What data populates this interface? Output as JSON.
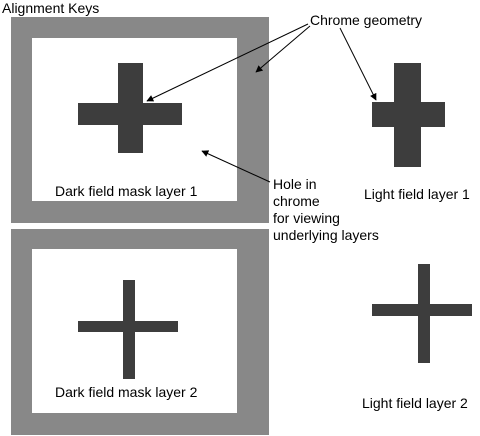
{
  "title": "Alignment Keys",
  "callouts": {
    "chrome_geometry": "Chrome geometry",
    "hole_line1": "Hole in",
    "hole_line2": "chrome",
    "hole_line3": "for viewing",
    "hole_line4": "underlying layers"
  },
  "panels": {
    "dark_layer_1": "Dark field mask layer 1",
    "light_layer_1": "Light field layer 1",
    "dark_layer_2": "Dark field mask layer 2",
    "light_layer_2": "Light field layer 2"
  },
  "colors": {
    "chrome": "#888888",
    "cross": "#3d3d3d",
    "background": "#ffffff"
  }
}
